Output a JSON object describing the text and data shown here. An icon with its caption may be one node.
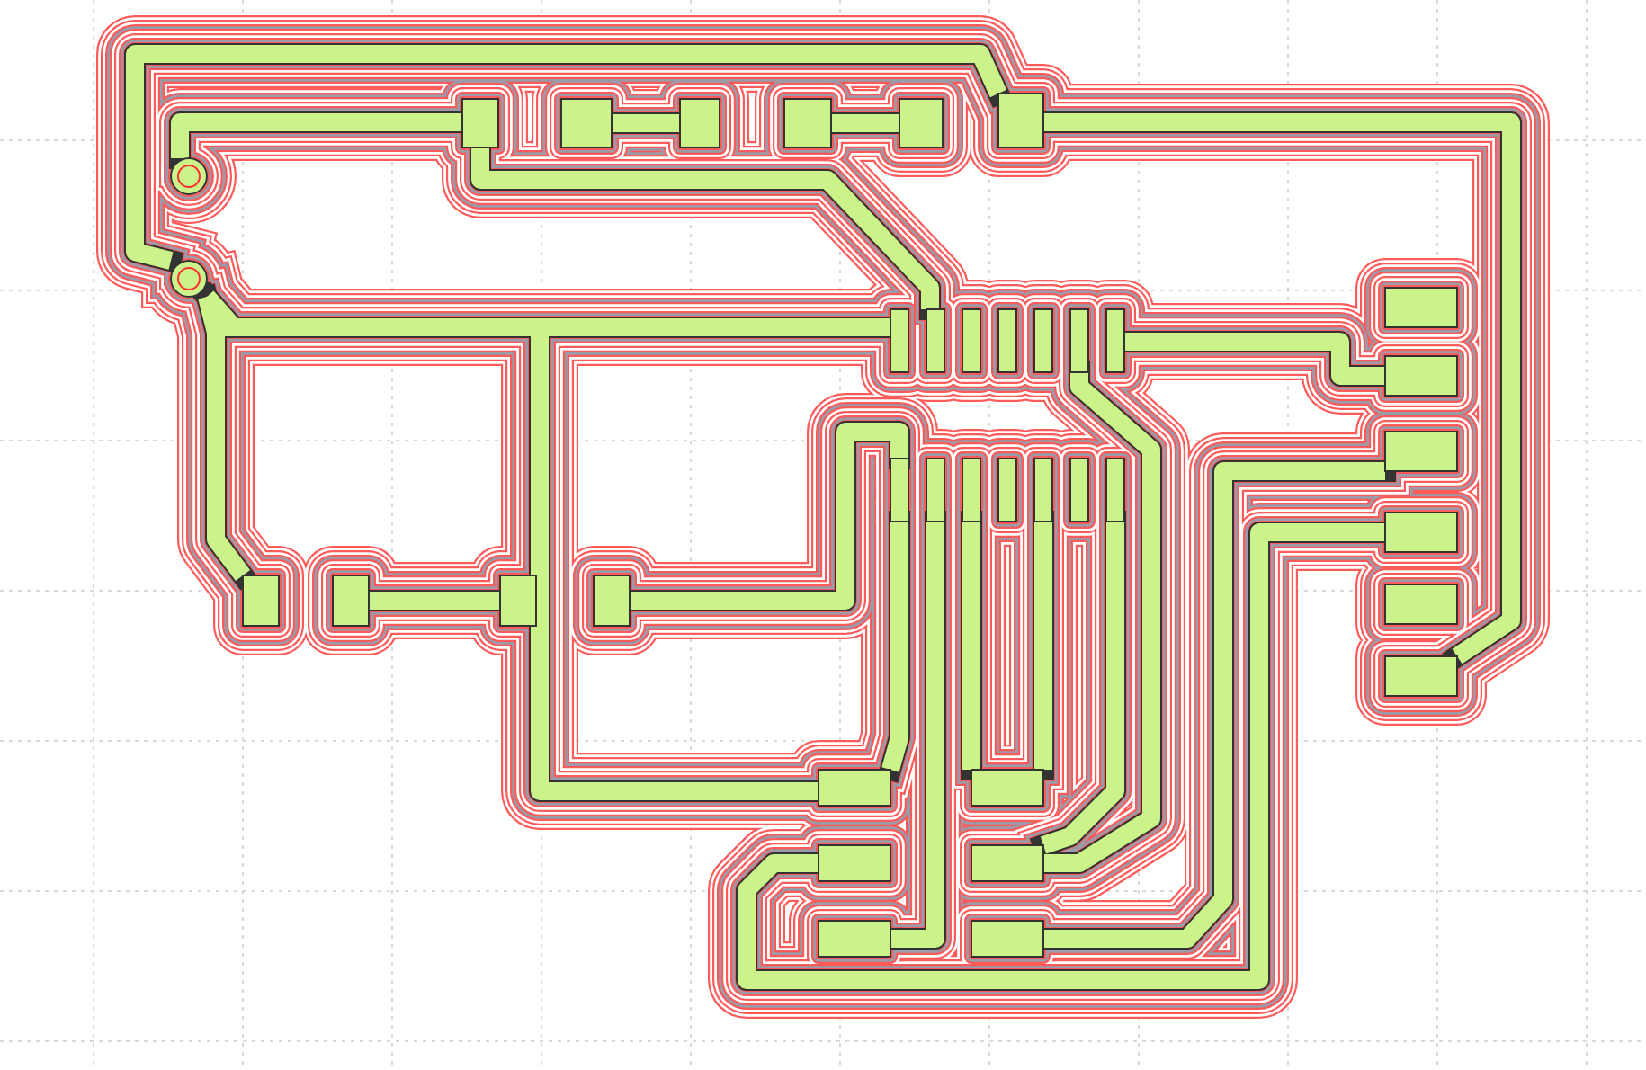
{
  "diagram": {
    "nodes": [
      {
        "text": [],
        "shape": "box"
      },
      {
        "text": [],
        "shape": "box"
      },
      {
        "text": [],
        "shape": "box"
      },
      {
        "text": [],
        "shape": "box"
      },
      {
        "text": [],
        "shape": "box"
      },
      {
        "text": [],
        "shape": "box"
      },
      {
        "text": [],
        "shape": "circle"
      },
      {
        "text": [],
        "shape": "circle"
      },
      {
        "text": [],
        "shape": "box"
      },
      {
        "text": [],
        "shape": "box"
      },
      {
        "text": [],
        "shape": "box"
      },
      {
        "text": [],
        "shape": "box"
      },
      {
        "text": [],
        "shape": "box"
      },
      {
        "text": [],
        "shape": "box"
      },
      {
        "text": [],
        "shape": "box"
      },
      {
        "text": [],
        "shape": "box"
      },
      {
        "text": [],
        "shape": "box"
      },
      {
        "text": [],
        "shape": "box"
      },
      {
        "text": [],
        "shape": "box"
      },
      {
        "text": [],
        "shape": "box"
      },
      {
        "text": [],
        "shape": "box"
      },
      {
        "text": [],
        "shape": "box"
      },
      {
        "text": [],
        "shape": "box"
      },
      {
        "text": [],
        "shape": "box"
      },
      {
        "text": [],
        "shape": "box"
      },
      {
        "text": [],
        "shape": "box"
      },
      {
        "text": [],
        "shape": "box"
      },
      {
        "text": [],
        "shape": "box"
      },
      {
        "text": [],
        "shape": "box"
      },
      {
        "text": [],
        "shape": "box"
      },
      {
        "text": [],
        "shape": "box"
      },
      {
        "text": [],
        "shape": "box"
      },
      {
        "text": [],
        "shape": "box"
      },
      {
        "text": [],
        "shape": "box"
      },
      {
        "text": [],
        "shape": "box"
      },
      {
        "text": [],
        "shape": "box"
      },
      {
        "text": [],
        "shape": "box"
      },
      {
        "text": [],
        "shape": "box"
      }
    ],
    "edges": [
      {
        "from": 1,
        "to": 2,
        "arrow": "none"
      },
      {
        "from": 3,
        "to": 4,
        "arrow": "none"
      },
      {
        "from": 5,
        "to": 7,
        "arrow": "none"
      },
      {
        "from": 0,
        "to": 6,
        "arrow": "none"
      },
      {
        "from": 5,
        "to": 27,
        "arrow": "none"
      },
      {
        "from": 7,
        "to": 8,
        "arrow": "none"
      },
      {
        "from": 0,
        "to": 9,
        "arrow": "none"
      },
      {
        "from": 14,
        "to": 23,
        "arrow": "none"
      },
      {
        "from": 13,
        "to": 35,
        "arrow": "none"
      },
      {
        "from": 7,
        "to": 28,
        "arrow": "none"
      },
      {
        "from": 29,
        "to": 30,
        "arrow": "none"
      },
      {
        "from": 7,
        "to": 32,
        "arrow": "none"
      },
      {
        "from": 31,
        "to": 15,
        "arrow": "none"
      },
      {
        "from": 15,
        "to": 32,
        "arrow": "none"
      },
      {
        "from": 17,
        "to": 33,
        "arrow": "none"
      },
      {
        "from": 19,
        "to": 33,
        "arrow": "none"
      },
      {
        "from": 21,
        "to": 35,
        "arrow": "none"
      },
      {
        "from": 34,
        "to": 25,
        "arrow": "none"
      },
      {
        "from": 37,
        "to": 24,
        "arrow": "none"
      },
      {
        "from": 36,
        "to": 16,
        "arrow": "none"
      }
    ]
  }
}
